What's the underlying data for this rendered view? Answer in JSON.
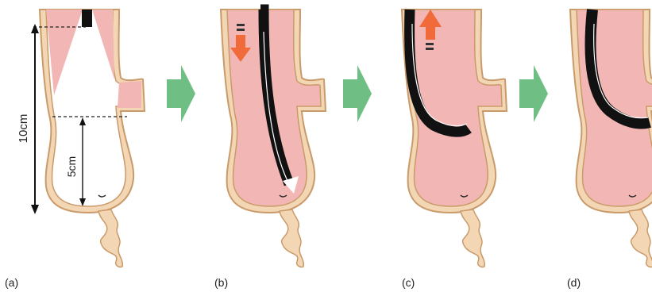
{
  "panels": [
    {
      "id": "a",
      "label": "(a)"
    },
    {
      "id": "b",
      "label": "(b)"
    },
    {
      "id": "c",
      "label": "(c)"
    },
    {
      "id": "d",
      "label": "(d)"
    }
  ],
  "measurements": {
    "total": "10cm",
    "partial": "5cm"
  },
  "colors": {
    "wall": "#f3d6b3",
    "wall_outline": "#c99a6a",
    "lumen": "#f2b7b5",
    "scope": "#111111",
    "step_arrow": "#6fbf84",
    "motion_arrow": "#f06a3a"
  },
  "icons": [
    "step-arrow-icon",
    "push-arrow-icon",
    "withdraw-arrow-icon"
  ]
}
